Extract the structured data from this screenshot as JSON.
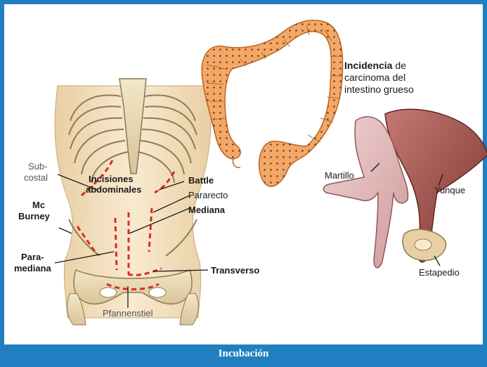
{
  "caption": "Incubación",
  "labels": {
    "subcostal_1": "Sub-",
    "subcostal_2": "costal",
    "incisiones_1": "Incisiones",
    "incisiones_2": "abdominales",
    "mcburney_1": "Mc",
    "mcburney_2": "Burney",
    "paramediana_1": "Para-",
    "paramediana_2": "mediana",
    "battle": "Battle",
    "pararecto": "Pararecto",
    "mediana": "Mediana",
    "transverso": "Transverso",
    "pfannenstiel": "Pfannenstiel",
    "incidencia_bold": "Incidencia",
    "incidencia_rest": " de",
    "carcinoma": "carcinoma del",
    "intestino": "intestino grueso",
    "martillo": "Martillo",
    "yunque": "Yunque",
    "estapedio": "Estapedio"
  },
  "colors": {
    "frame": "#1f7fc0",
    "incision": "#e0281e",
    "colon": "#f4a868",
    "ossicle_martillo": "#e6b7b9",
    "ossicle_yunque": "#a4554e"
  }
}
